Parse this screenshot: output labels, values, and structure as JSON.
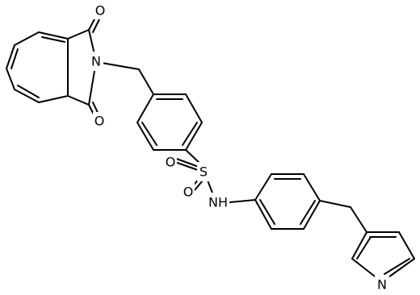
{
  "molecule": {
    "atoms": {
      "o1": "O",
      "o2": "O",
      "n_imide": "N",
      "s": "S",
      "o_s1": "O",
      "o_s2": "O",
      "nh": "NH",
      "n_pyr": "N"
    }
  }
}
